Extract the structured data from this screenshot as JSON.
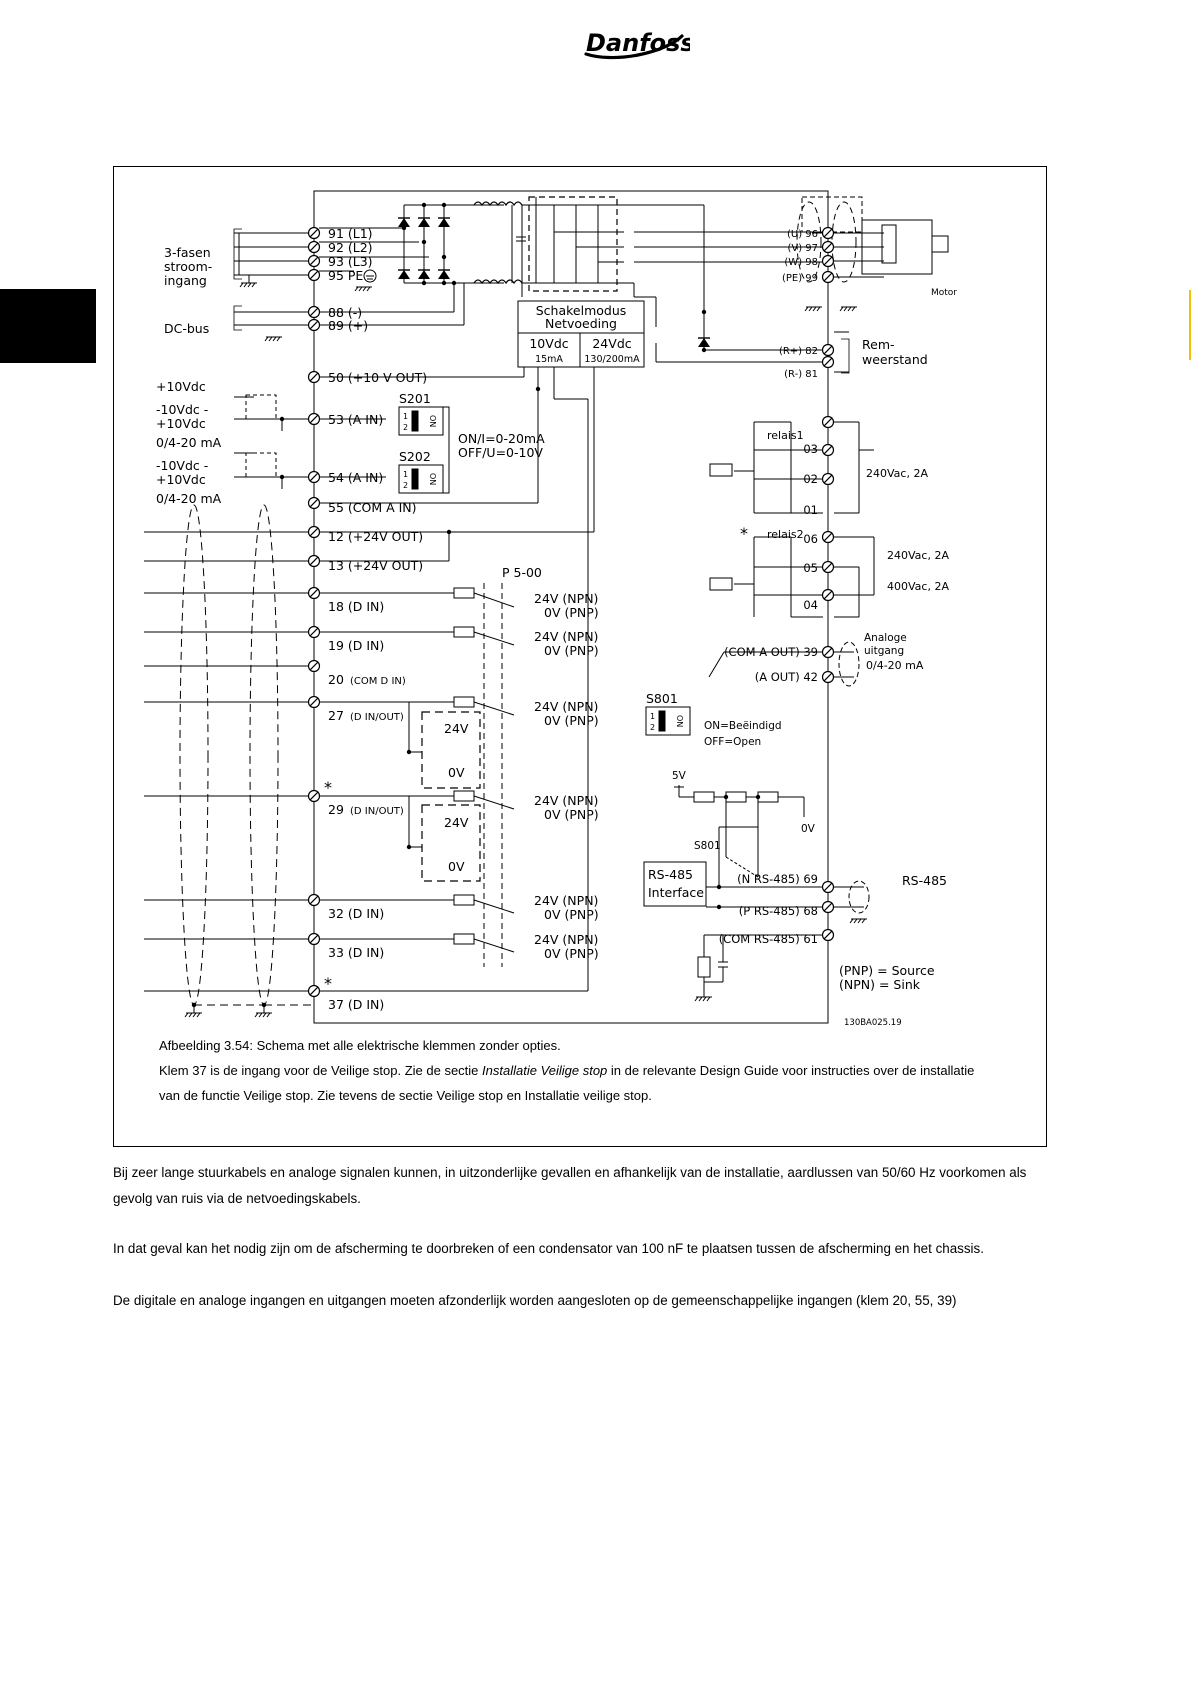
{
  "header": {
    "brand": "Danfoss"
  },
  "figure": {
    "caption": "Afbeelding 3.54: Schema met alle elektrische klemmen zonder opties.",
    "note_pre": "Klem 37 is de ingang voor de Veilige stop. Zie de sectie ",
    "note_italic": "Installatie Veilige stop",
    "note_post": " in de relevante Design Guide voor instructies over de installatie",
    "note_line2": "van de functie Veilige stop. Zie tevens de sectie Veilige stop en Installatie veilige stop.",
    "ref_code": "130BA025.19"
  },
  "diagram": {
    "left_labels": {
      "mains_1": "3-fasen",
      "mains_2": "stroom-",
      "mains_3": "ingang",
      "dcbus": "DC-bus",
      "v10": "+10Vdc",
      "ain1_a": "-10Vdc -",
      "ain1_b": "+10Vdc",
      "ain1_c": "0/4-20 mA",
      "ain2_a": "-10Vdc -",
      "ain2_b": "+10Vdc",
      "ain2_c": "0/4-20 mA"
    },
    "terminals_left": [
      {
        "label": "91 (L1)"
      },
      {
        "label": "92 (L2)"
      },
      {
        "label": "93 (L3)"
      },
      {
        "label": "95 PE"
      },
      {
        "label": "88 (-)"
      },
      {
        "label": "89 (+)"
      },
      {
        "label": "50 (+10 V OUT)"
      },
      {
        "label": "53 (A IN)"
      },
      {
        "label": "54 (A IN)"
      },
      {
        "label": "55 (COM A IN)"
      },
      {
        "label": "12 (+24V OUT)"
      },
      {
        "label": "13 (+24V OUT)"
      },
      {
        "label": "18 (D IN)"
      },
      {
        "label": "19 (D IN)"
      },
      {
        "label": "20"
      },
      {
        "label": "27"
      },
      {
        "label": "29"
      },
      {
        "label": "32 (D IN)"
      },
      {
        "label": "33 (D IN)"
      },
      {
        "label": "37 (D IN)"
      }
    ],
    "small_labels": {
      "t20": "(COM D IN)",
      "t27": "(D IN/OUT)",
      "t29": "(D IN/OUT)"
    },
    "psu": {
      "title1": "Schakelmodus",
      "title2": "Netvoeding",
      "v1": "10Vdc",
      "i1": "15mA",
      "v2": "24Vdc",
      "i2": "130/200mA"
    },
    "switches": {
      "s201": "S201",
      "s202": "S202",
      "on": "ON",
      "n1": "1",
      "n2": "2",
      "ain_mode1": "ON/I=0-20mA",
      "ain_mode2": "OFF/U=0-10V",
      "s801": "S801",
      "s801_on": "ON=Beëindigd",
      "s801_off": "OFF=Open",
      "s801b": "S801"
    },
    "p500": "P 5-00",
    "npn_pnp": [
      {
        "npn": "24V (NPN)",
        "pnp": "0V (PNP)"
      },
      {
        "npn": "24V (NPN)",
        "pnp": "0V (PNP)"
      },
      {
        "npn": "24V (NPN)",
        "pnp": "0V (PNP)"
      },
      {
        "npn": "24V (NPN)",
        "pnp": "0V (PNP)"
      },
      {
        "npn": "24V (NPN)",
        "pnp": "0V (PNP)"
      },
      {
        "npn": "24V (NPN)",
        "pnp": "0V (PNP)"
      }
    ],
    "dio": {
      "v24": "24V",
      "v0": "0V"
    },
    "star": "*",
    "terminals_right": {
      "u": "(U) 96",
      "v": "(V) 97",
      "w": "(W) 98",
      "pe": "(PE) 99",
      "rplus": "(R+) 82",
      "rminus": "(R-) 81",
      "r03": "03",
      "r02": "02",
      "r01": "01",
      "r06": "06",
      "r05": "05",
      "r04": "04",
      "t39": "(COM A OUT) 39",
      "t42": "(A OUT) 42",
      "t69": "(N RS-485) 69",
      "t68": "(P RS-485) 68",
      "t61": "(COM RS-485) 61"
    },
    "right_labels": {
      "motor": "Motor",
      "rem1": "Rem-",
      "rem2": "weerstand",
      "relais1": "relais1",
      "relais2": "relais2",
      "relay1_rating": "240Vac, 2A",
      "relay2_rating_a": "240Vac, 2A",
      "relay2_rating_b": "400Vac, 2A",
      "analog_1": "Analoge",
      "analog_2": "uitgang",
      "analog_3": "0/4-20 mA",
      "v5": "5V",
      "v0": "0V",
      "rs485_1": "RS-485",
      "rs485_2": "Interface",
      "rs485": "RS-485",
      "pnp_src": "(PNP) = Source",
      "npn_sink": "(NPN) = Sink"
    }
  },
  "paragraphs": [
    "Bij zeer lange stuurkabels en analoge signalen kunnen, in uitzonderlijke gevallen en afhankelijk van de installatie, aardlussen van 50/60 Hz voorkomen als gevolg van ruis via de netvoedingskabels.",
    "In dat geval kan het nodig zijn om de afscherming te doorbreken of een condensator van 100 nF te plaatsen tussen de afscherming en het chassis.",
    "De digitale en analoge ingangen en uitgangen moeten afzonderlijk worden aangesloten op de gemeenschappelijke ingangen (klem 20, 55, 39)"
  ]
}
